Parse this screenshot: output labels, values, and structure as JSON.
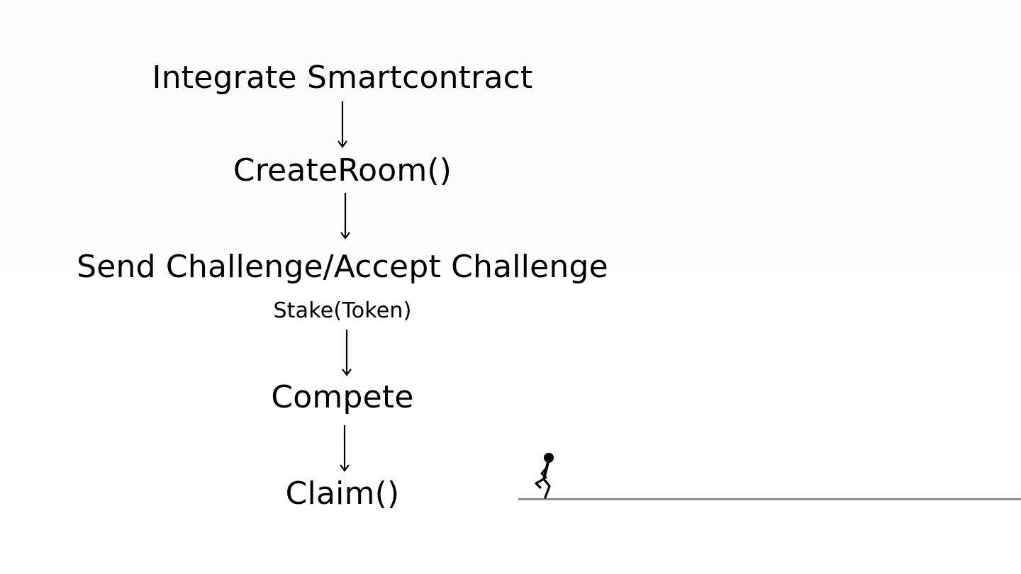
{
  "flow": {
    "steps": [
      {
        "id": "integrate",
        "label": "Integrate Smartcontract"
      },
      {
        "id": "create-room",
        "label": "CreateRoom()"
      },
      {
        "id": "challenge",
        "label": "Send Challenge/Accept Challenge"
      },
      {
        "id": "stake",
        "label": "Stake(Token)"
      },
      {
        "id": "compete",
        "label": "Compete"
      },
      {
        "id": "claim",
        "label": "Claim()"
      }
    ]
  },
  "colors": {
    "text": "#000000",
    "ground_line": "#8e8e8e",
    "background": "#ffffff"
  },
  "icons": {
    "figure": "running-stick-figure-icon"
  }
}
